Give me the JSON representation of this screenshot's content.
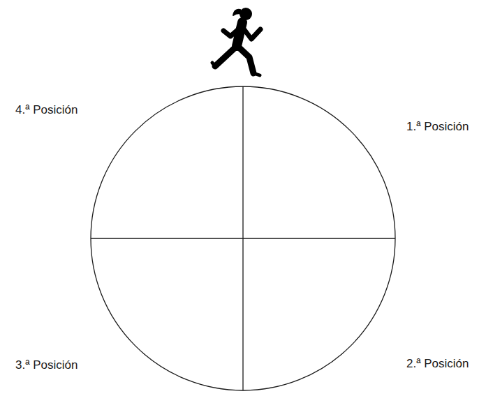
{
  "diagram": {
    "labels": [
      "4.ª Posición",
      "1.ª Posición",
      "3.ª Posición",
      "2.ª Posición"
    ]
  }
}
